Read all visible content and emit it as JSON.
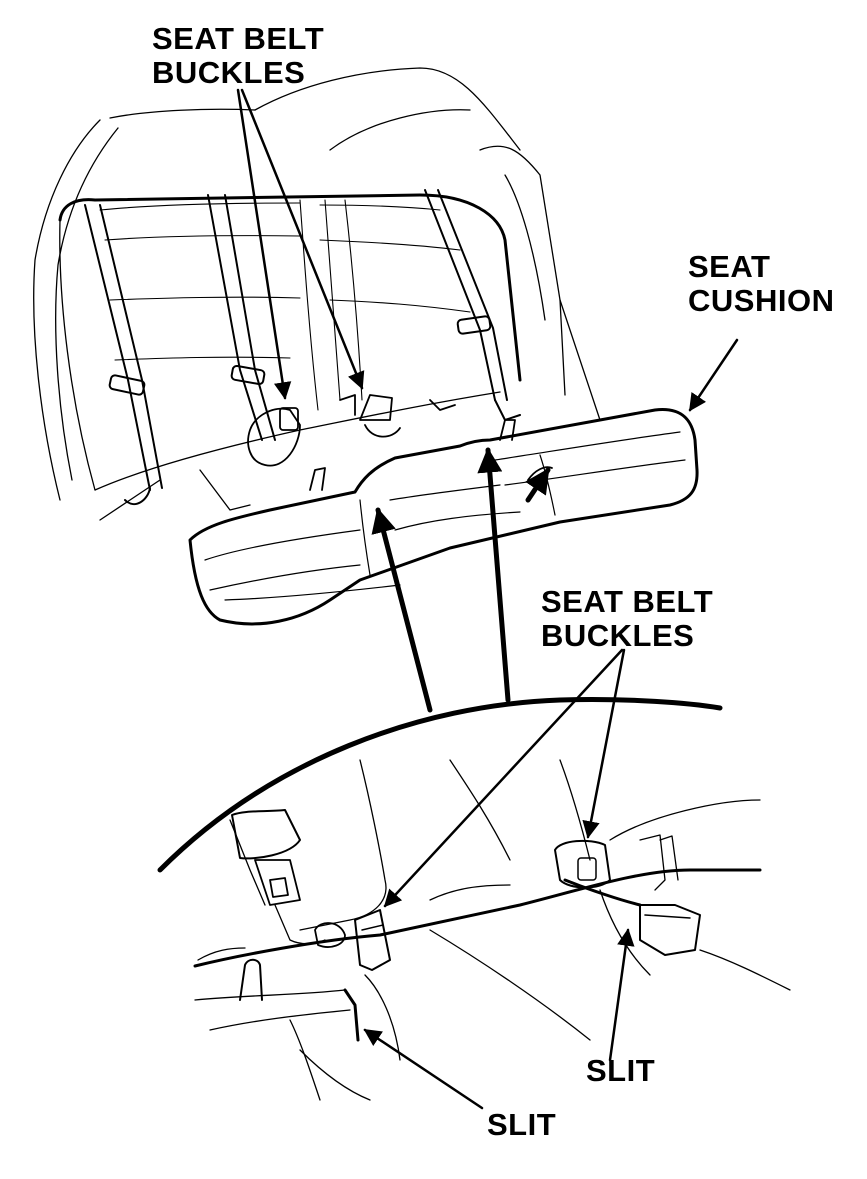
{
  "labels": {
    "top_buckles": {
      "line1": "SEAT BELT",
      "line2": "BUCKLES"
    },
    "seat_cushion": {
      "line1": "SEAT",
      "line2": "CUSHION"
    },
    "lower_buckles": {
      "line1": "SEAT BELT",
      "line2": "BUCKLES"
    },
    "slit_right": "SLIT",
    "slit_left": "SLIT"
  },
  "colors": {
    "ink": "#000000",
    "paper": "#ffffff"
  }
}
